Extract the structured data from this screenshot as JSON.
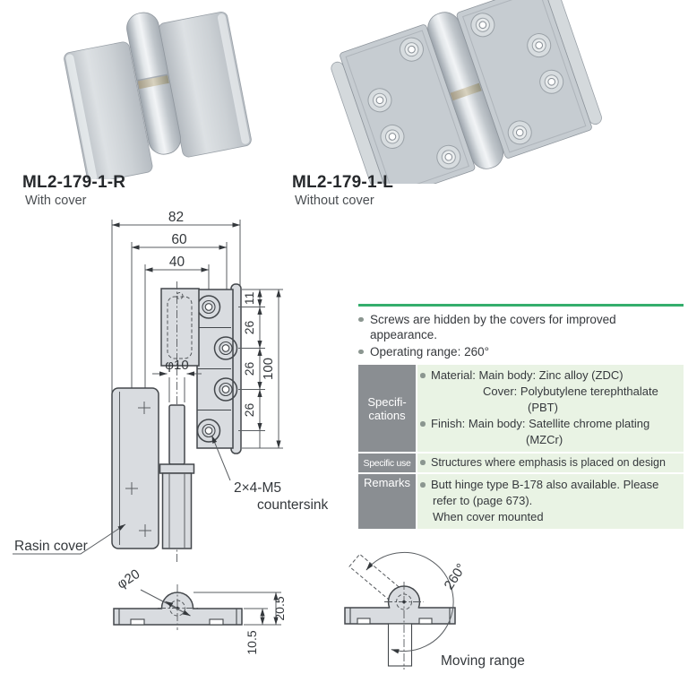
{
  "products": {
    "left": {
      "model": "ML2-179-1-R",
      "caption": "With cover"
    },
    "right": {
      "model": "ML2-179-1-L",
      "caption": "Without cover"
    }
  },
  "drawing": {
    "dim_82": "82",
    "dim_60": "60",
    "dim_40": "40",
    "dim_11": "11",
    "dim_26a": "26",
    "dim_26b": "26",
    "dim_26c": "26",
    "dim_100": "100",
    "dia_pin": "φ10",
    "screw_note_line1": "2×4-M5",
    "screw_note_line2": "countersink",
    "resin_cover_label": "Rasin cover",
    "dia_knuckle": "φ20",
    "dim_205": "20.5",
    "dim_105": "10.5",
    "angle": "260°",
    "moving_range_label": "Moving range"
  },
  "notes": {
    "item1_line1": "Screws are hidden by the covers for improved",
    "item1_line2": "appearance.",
    "item2": "Operating range: 260°"
  },
  "spec_table": {
    "specifications": {
      "label_line1": "Specifi-",
      "label_line2": "cations",
      "material_line1": "Material: Main body: Zinc alloy (ZDC)",
      "material_line2": "Cover: Polybutylene terephthalate",
      "material_line3": "(PBT)",
      "finish_line1": "Finish: Main body: Satellite chrome plating",
      "finish_line2": "(MZCr)"
    },
    "specific_use": {
      "label": "Specific use",
      "content": "Structures where emphasis is placed on design"
    },
    "remarks": {
      "label": "Remarks",
      "line1": "Butt hinge type B-178 also available. Please",
      "line2": "refer to (page 673).",
      "line3": "When cover mounted"
    }
  },
  "colors": {
    "accent_green": "#35ae6d",
    "table_label_bg": "#8a8e92",
    "table_content_bg": "#e9f3e4",
    "bullet": "#8b9690",
    "drawing_fill": "#d9dce0"
  }
}
